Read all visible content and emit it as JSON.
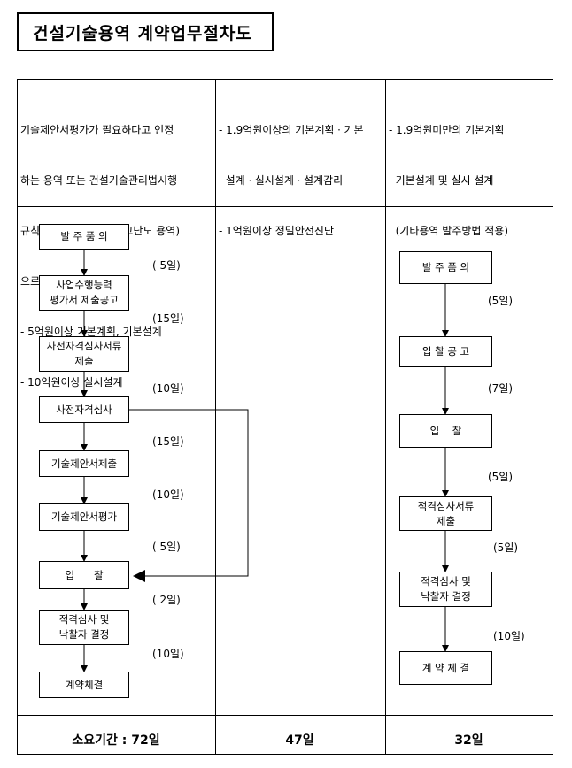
{
  "title": "건설기술용역 계약업무절차도",
  "columns": [
    {
      "condition_lines": [
        "기술제안서평가가 필요하다고 인정",
        "하는 용역 또는 건설기술관리법시행",
        "규칙 13조 2항의 용역(고난도 용역)",
        "으로서",
        "- 5억원이상 기본계획, 기본설계",
        "- 10억원이상 실시설계"
      ],
      "steps": [
        "발 주 품 의",
        "사업수행능력\n평가서 제출공고",
        "사전자격심사서류\n제출",
        "사전자격심사",
        "기술제안서제출",
        "기술제안서평가",
        "입      찰",
        "적격심사 및\n낙찰자 결정",
        "계약체결"
      ],
      "durations": [
        "( 5일)",
        "(15일)",
        "(10일)",
        "(15일)",
        "(10일)",
        "( 5일)",
        "( 2일)",
        "(10일)"
      ],
      "total": "소요기간 : 72일"
    },
    {
      "condition_lines": [
        "- 1.9억원이상의 기본계획ㆍ기본",
        "  설계ㆍ실시설계ㆍ설계감리",
        "- 1억원이상 정밀안전진단"
      ],
      "total": "47일"
    },
    {
      "condition_lines": [
        "- 1.9억원미만의 기본계획",
        "  기본설계 및 실시 설계",
        "  (기타용역 발주방법 적용)"
      ],
      "steps": [
        "발 주 품 의",
        "입 찰 공 고",
        "입    찰",
        "적격심사서류\n제출",
        "적격심사 및\n낙찰자 결정",
        "계 약 체 결"
      ],
      "durations": [
        "(5일)",
        "(7일)",
        "(5일)",
        "(5일)",
        "(10일)"
      ],
      "total": "32일"
    }
  ]
}
